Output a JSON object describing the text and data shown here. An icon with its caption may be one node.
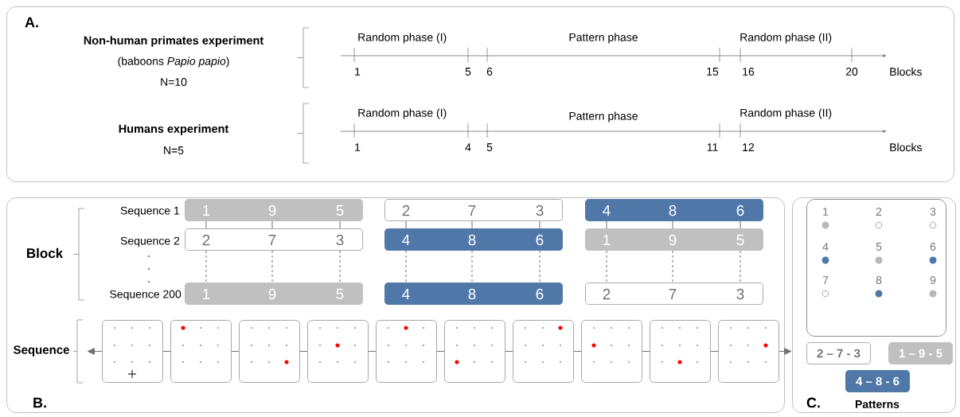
{
  "diagram": {
    "nodes": [
      {
        "text": [
          "A."
        ]
      },
      {
        "text": [
          "B."
        ]
      },
      {
        "text": [
          "1",
          "9",
          "5"
        ],
        "in": 1
      },
      {
        "text": [
          "2",
          "7",
          "3"
        ],
        "in": 1
      },
      {
        "text": [
          "4",
          "8",
          "6"
        ],
        "in": 1
      },
      {
        "text": [
          "2",
          "7",
          "3"
        ],
        "in": 1
      },
      {
        "text": [
          "4",
          "8",
          "6"
        ],
        "in": 1
      },
      {
        "text": [
          "1",
          "9",
          "5"
        ],
        "in": 1
      },
      {
        "text": [
          "1",
          "9",
          "5"
        ],
        "in": 1
      },
      {
        "text": [
          "4",
          "8",
          "6"
        ],
        "in": 1
      },
      {
        "text": [
          "2",
          "7",
          "3"
        ],
        "in": 1
      },
      {
        "text": [],
        "shape": "box",
        "in": 1
      },
      {
        "text": [],
        "shape": "box",
        "in": 1
      },
      {
        "text": [],
        "shape": "box",
        "in": 1
      },
      {
        "text": [],
        "shape": "box",
        "in": 1
      },
      {
        "text": [],
        "shape": "box",
        "in": 1
      },
      {
        "text": [],
        "shape": "box",
        "in": 1
      },
      {
        "text": [],
        "shape": "box",
        "in": 1
      },
      {
        "text": [],
        "shape": "box",
        "in": 1
      },
      {
        "text": [],
        "shape": "box",
        "in": 1
      },
      {
        "text": [],
        "shape": "box",
        "in": 1
      },
      {
        "text": [
          "C.",
          "Patterns"
        ]
      },
      {
        "text": [
          "1",
          "2",
          "3",
          "4",
          "5",
          "6",
          "7",
          "8",
          "9"
        ],
        "in": 21
      },
      {
        "text": [
          "2 – 7 - 3"
        ],
        "in": 21
      },
      {
        "text": [
          "1 – 9 - 5"
        ],
        "in": 21
      },
      {
        "text": [
          "4 – 8 - 6"
        ],
        "in": 21
      }
    ],
    "edges": [
      {
        "from": 2,
        "to": 5,
        "arrow": "none"
      },
      {
        "from": 2,
        "to": 5,
        "arrow": "none"
      },
      {
        "from": 2,
        "to": 5,
        "arrow": "none"
      },
      {
        "from": 3,
        "to": 6,
        "arrow": "none"
      },
      {
        "from": 3,
        "to": 6,
        "arrow": "none"
      },
      {
        "from": 3,
        "to": 6,
        "arrow": "none"
      },
      {
        "from": 4,
        "to": 7,
        "arrow": "none"
      },
      {
        "from": 4,
        "to": 7,
        "arrow": "none"
      },
      {
        "from": 4,
        "to": 7,
        "arrow": "none"
      },
      {
        "from": 5,
        "to": 8,
        "arrow": "none",
        "style": "dashed"
      },
      {
        "from": 5,
        "to": 8,
        "arrow": "none",
        "style": "dashed"
      },
      {
        "from": 5,
        "to": 8,
        "arrow": "none",
        "style": "dashed"
      },
      {
        "from": 6,
        "to": 9,
        "arrow": "none",
        "style": "dashed"
      },
      {
        "from": 6,
        "to": 9,
        "arrow": "none",
        "style": "dashed"
      },
      {
        "from": 6,
        "to": 9,
        "arrow": "none",
        "style": "dashed"
      },
      {
        "from": 7,
        "to": 10,
        "arrow": "none",
        "style": "dashed"
      },
      {
        "from": 7,
        "to": 10,
        "arrow": "none",
        "style": "dashed"
      },
      {
        "from": 7,
        "to": 10,
        "arrow": "none",
        "style": "dashed"
      },
      {
        "from": 11,
        "to": null,
        "arrow": "to"
      },
      {
        "from": 11,
        "to": 12,
        "arrow": "none"
      },
      {
        "from": 12,
        "to": 13,
        "arrow": "none"
      },
      {
        "from": 13,
        "to": 14,
        "arrow": "none"
      },
      {
        "from": 14,
        "to": 15,
        "arrow": "none"
      },
      {
        "from": 15,
        "to": 16,
        "arrow": "none"
      },
      {
        "from": 16,
        "to": 17,
        "arrow": "none"
      },
      {
        "from": 17,
        "to": 18,
        "arrow": "none"
      },
      {
        "from": 18,
        "to": 19,
        "arrow": "none"
      },
      {
        "from": 19,
        "to": 20,
        "arrow": "none"
      },
      {
        "from": 20,
        "to": 21,
        "arrow": "to"
      }
    ],
    "labels": [
      "Non-human primates experiment",
      "Random phase (I)",
      "Pattern phase",
      "Random phase (II)",
      "(baboons *Papio papio*)",
      "1",
      "5",
      "6",
      "15",
      "16",
      "20",
      "Blocks",
      "N=10",
      "Humans experiment",
      "Random phase (I)",
      "Pattern phase",
      "Random phase (II)",
      "N=5",
      "1",
      "4",
      "5",
      "11",
      "12",
      "Blocks",
      "Sequence 1",
      "Block",
      "Sequence 2",
      "Sequence 200",
      "Sequence"
    ]
  }
}
